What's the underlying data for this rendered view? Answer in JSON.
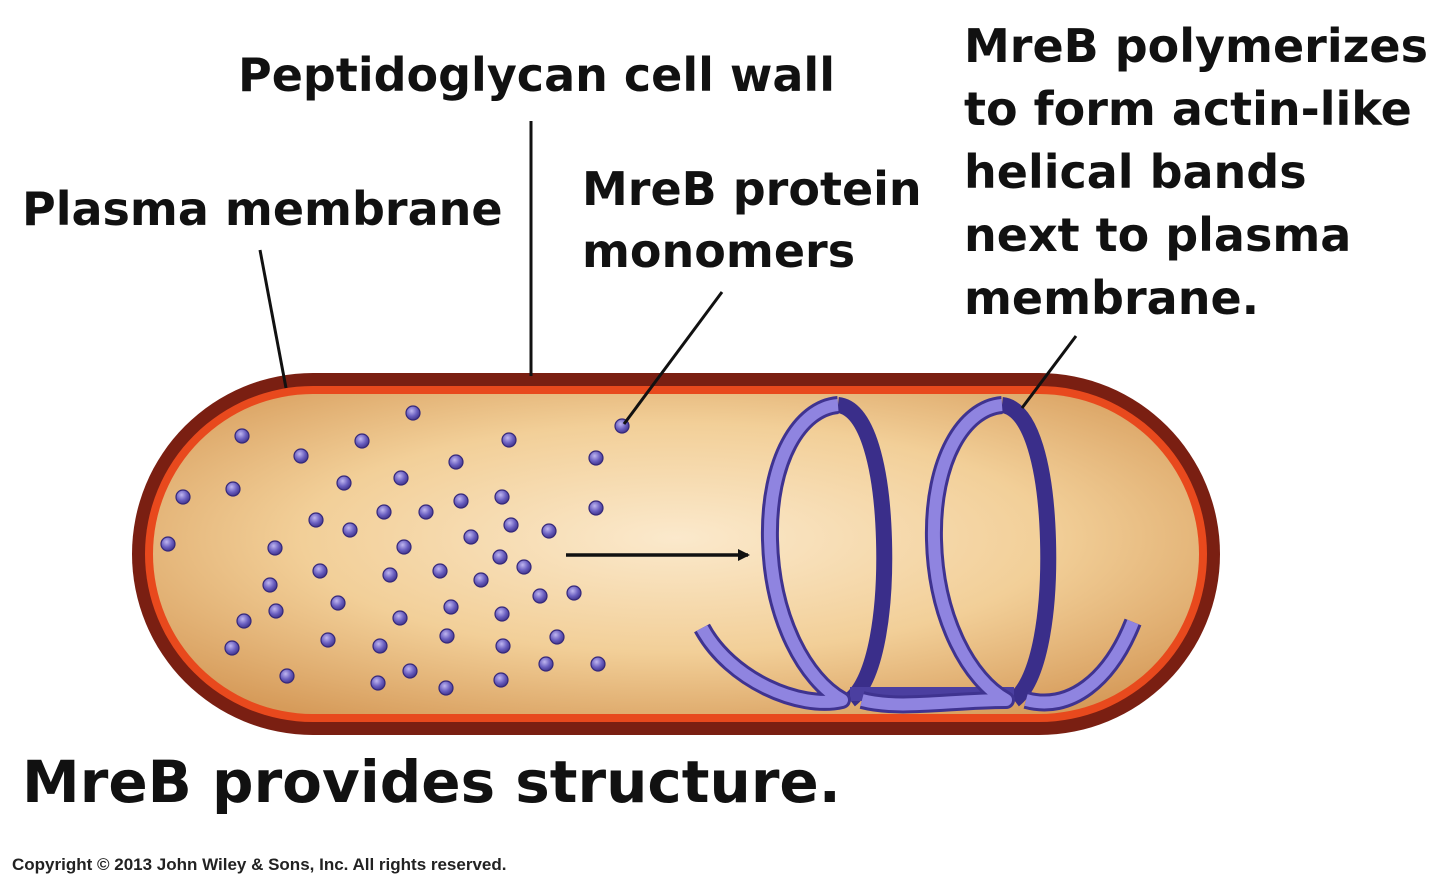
{
  "labels": {
    "cell_wall": "Peptidoglycan cell wall",
    "plasma_membrane": "Plasma membrane",
    "monomers": [
      "MreB protein",
      "monomers"
    ],
    "polymer": [
      "MreB polymerizes",
      "to form actin-like",
      "helical bands",
      "next to plasma",
      "membrane."
    ]
  },
  "caption": "MreB provides structure.",
  "copyright": "Copyright © 2013 John Wiley & Sons, Inc. All rights reserved.",
  "colors": {
    "cell_wall": "#7a1f12",
    "membrane": "#e8491d",
    "cytoplasm": "#e0ad6e",
    "monomer": "#5b4fa8",
    "helix": "#7a6ed4"
  }
}
